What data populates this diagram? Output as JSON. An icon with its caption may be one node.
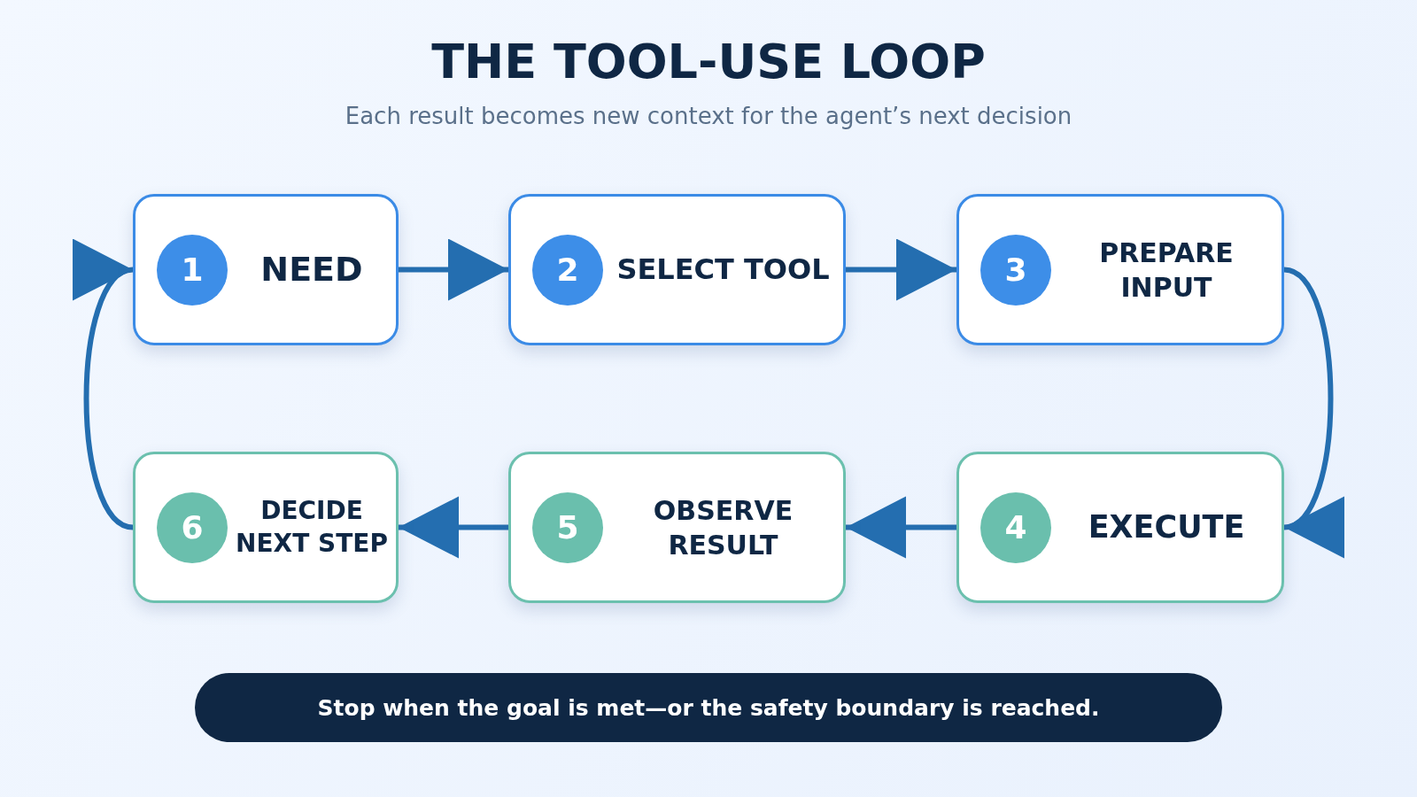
{
  "diagram": {
    "title": "THE TOOL-USE LOOP",
    "nodes": [
      {
        "text": [
          "1",
          "NEED"
        ]
      },
      {
        "text": [
          "2",
          "SELECT TOOL"
        ]
      },
      {
        "text": [
          "3",
          "PREPARE INPUT"
        ]
      },
      {
        "text": [
          "4",
          "EXECUTE"
        ]
      },
      {
        "text": [
          "5",
          "OBSERVE RESULT"
        ]
      },
      {
        "text": [
          "6",
          "DECIDE NEXT STEP"
        ]
      },
      {
        "text": [
          "Stop when the goal is met—or the safety boundary is reached."
        ]
      }
    ],
    "edges": [
      {
        "from": 0,
        "to": 1,
        "arrow": "to"
      },
      {
        "from": 1,
        "to": 2,
        "arrow": "to"
      },
      {
        "from": 2,
        "to": 3,
        "arrow": "to"
      },
      {
        "from": 3,
        "to": 4,
        "arrow": "to"
      },
      {
        "from": 4,
        "to": 5,
        "arrow": "to"
      },
      {
        "from": 5,
        "to": 0,
        "arrow": "to"
      }
    ],
    "labels": [
      "Each result becomes new context for the agent’s next decision"
    ]
  }
}
